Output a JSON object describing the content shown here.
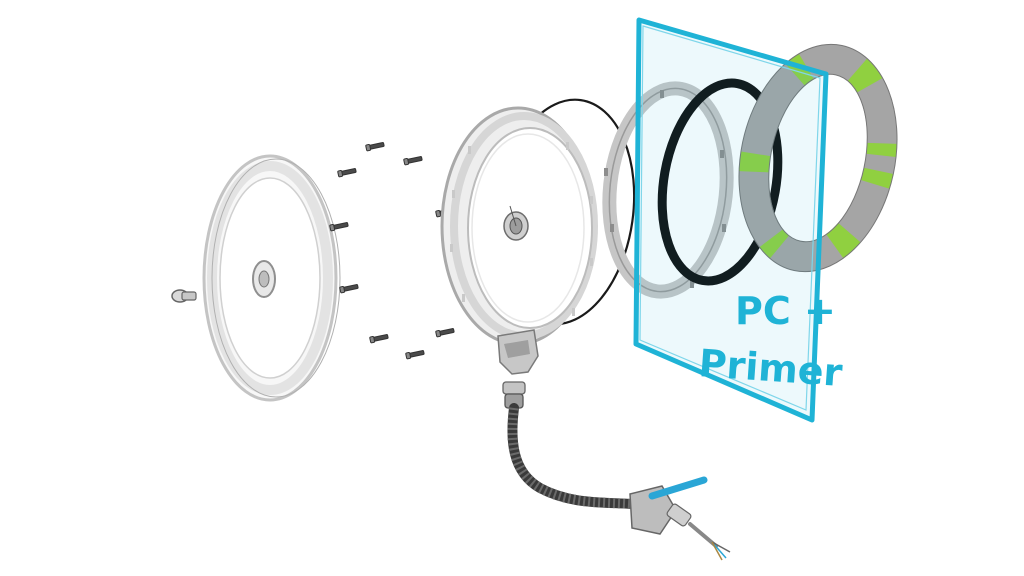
{
  "callout": {
    "line1": "PC +",
    "line2": "Primer",
    "color": "#1fb3d6"
  },
  "colors": {
    "primer_green": "#8ed23a",
    "gasket_gray": "#9a9a9a",
    "gasket_dark": "#6b6b6b",
    "oring_black": "#111111",
    "housing_light": "#f2f2f2",
    "housing_edge": "#bdbdbd",
    "hose": "#3d3d3d",
    "cable_blue": "#2aa6d6"
  },
  "parts": [
    "front-glass",
    "screw-set",
    "lamp-housing",
    "thin-o-ring",
    "clamp-ring",
    "black-gasket",
    "primer-ring",
    "pc-plane",
    "hose-assembly",
    "cable-connector",
    "center-bolt"
  ]
}
